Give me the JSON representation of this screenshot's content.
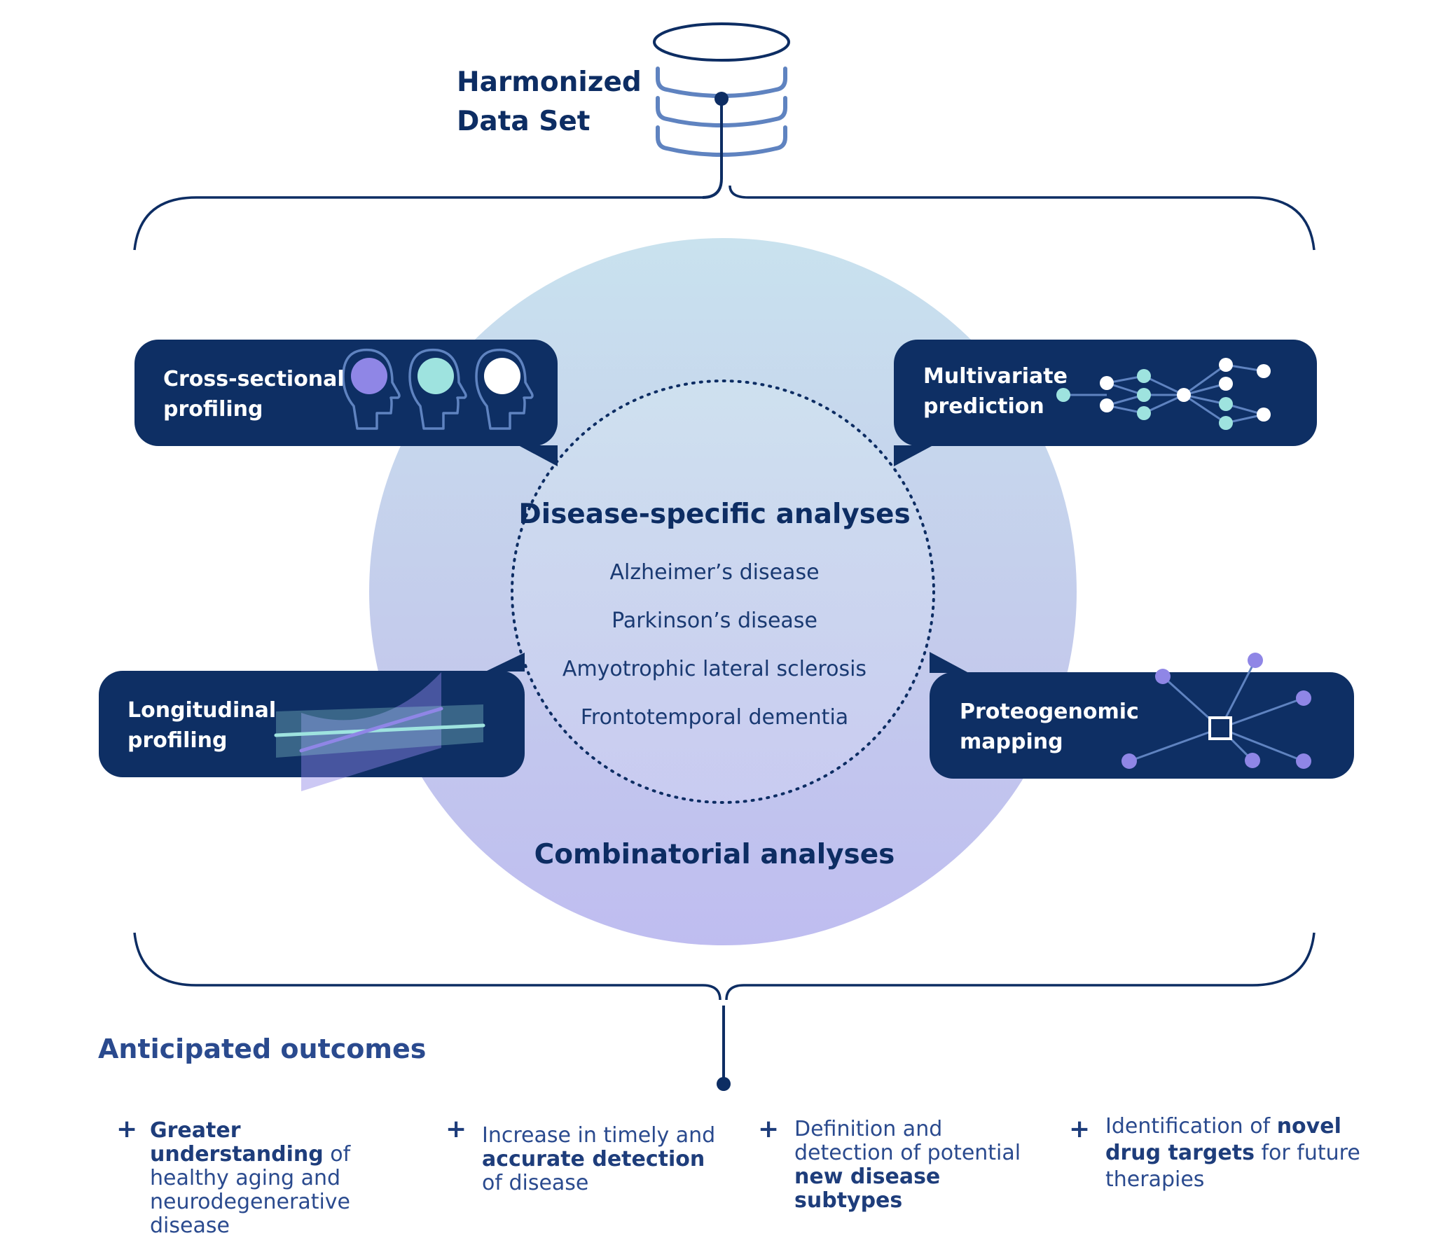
{
  "database": {
    "title_line1": "Harmonized",
    "title_line2": "Data Set"
  },
  "cards": {
    "cross_sectional": {
      "line1": "Cross-sectional",
      "line2": "profiling"
    },
    "multivariate": {
      "line1": "Multivariate",
      "line2": "prediction"
    },
    "longitudinal": {
      "line1": "Longitudinal",
      "line2": "profiling"
    },
    "proteogenomic": {
      "line1": "Proteogenomic",
      "line2": "mapping"
    }
  },
  "center": {
    "title": "Disease-specific analyses",
    "diseases": [
      "Alzheimer’s disease",
      "Parkinson’s disease",
      "Amyotrophic lateral sclerosis",
      "Frontotemporal dementia"
    ]
  },
  "combinatorial": {
    "title": "Combinatorial analyses"
  },
  "outcomes": {
    "title": "Anticipated outcomes",
    "plus": "+",
    "items": [
      {
        "strong": "Greater understanding",
        "rest": "of healthy aging and neurodegenerative disease"
      },
      {
        "pre": "Increase in timely and",
        "strong": "accurate detection",
        "post": "of disease"
      },
      {
        "pre": "Definition and detection of potential",
        "strong": "new disease subtypes"
      },
      {
        "pre": "Identification of",
        "strong": "novel drug targets",
        "post": "for future therapies"
      }
    ]
  },
  "colors": {
    "navy": "#0d2d63",
    "card": "#0e2f64",
    "purple": "#8f86e6",
    "teal": "#9ee3df",
    "steel": "#5f83c0"
  }
}
